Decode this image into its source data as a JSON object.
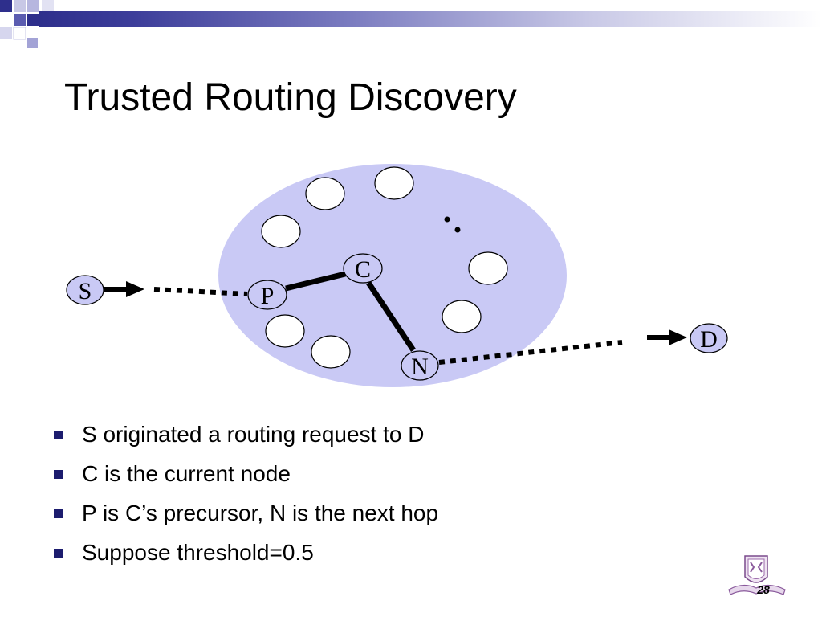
{
  "slide": {
    "title": "Trusted Routing Discovery",
    "page_number": "28",
    "accent_color": "#2e2f8c",
    "cloud_color": "#c9c9f5"
  },
  "diagram": {
    "nodes": {
      "S": "S",
      "P": "P",
      "C": "C",
      "N": "N",
      "D": "D"
    },
    "ellipsis": ":"
  },
  "bullets": [
    "S originated a routing request to D",
    "C is the current node",
    "P is C’s precursor, N is the next hop",
    "Suppose threshold=0.5"
  ]
}
